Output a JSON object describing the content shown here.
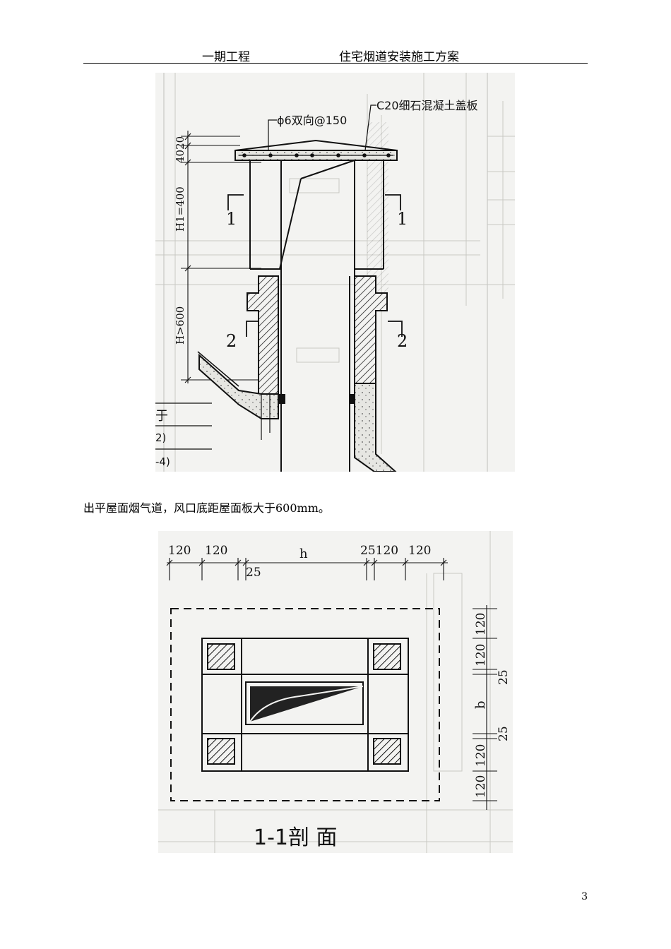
{
  "header": {
    "left": "一期工程",
    "right": "住宅烟道安装施工方案"
  },
  "figure1": {
    "callout_reinforcement": "ϕ6双向@150",
    "callout_cover": "C20细石混凝土盖板",
    "dim_top": "4020",
    "dim_h1": "H1=400",
    "dim_h": "H>600",
    "section_1": "1",
    "section_2": "2",
    "fragment_1": "于",
    "fragment_2": "2)",
    "fragment_3": "-4)"
  },
  "caption": "出平屋面烟气道，风口底距屋面板大于600mm。",
  "figure2": {
    "dim_120": "120",
    "dim_h": "h",
    "dim_25": "25",
    "dim_25120": "25120",
    "dim_b": "b",
    "title": "1-1剖 面"
  },
  "page_number": "3"
}
